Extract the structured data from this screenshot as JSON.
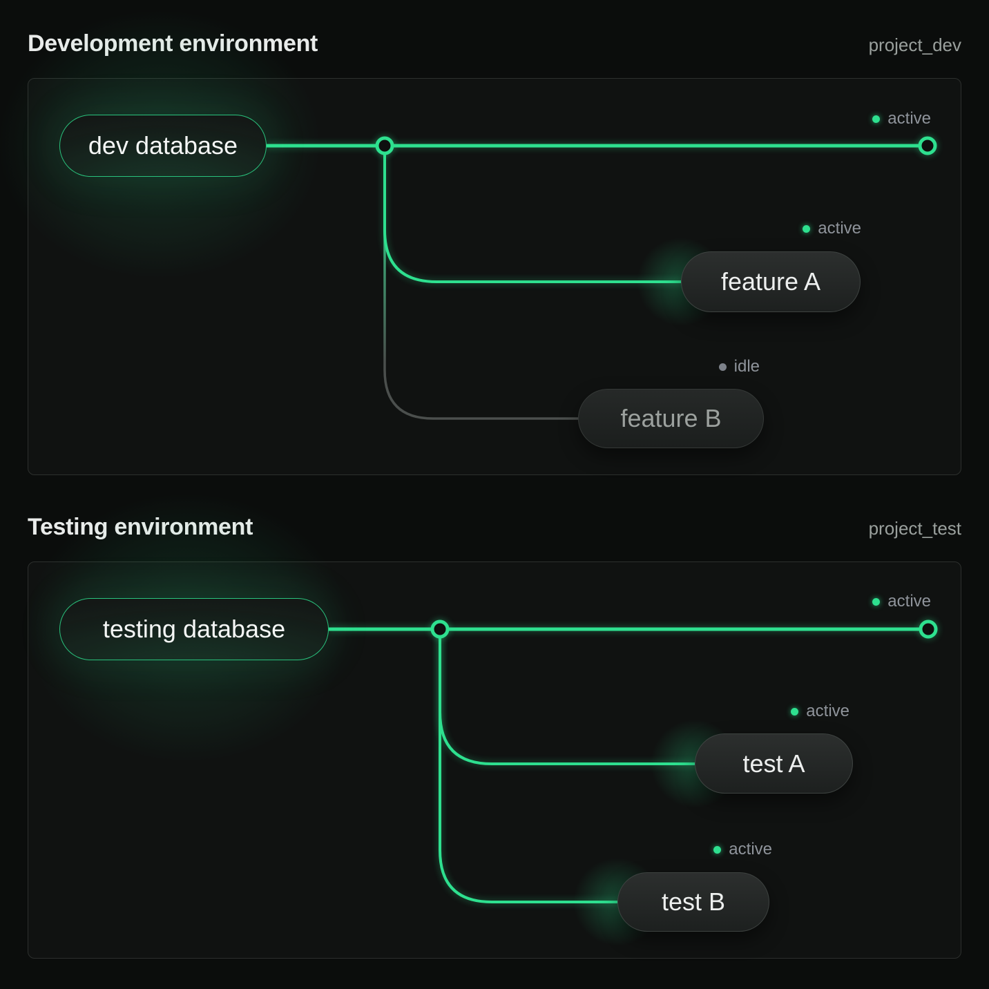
{
  "colors": {
    "accent_green": "#2ee08f",
    "idle_line": "#4b4f4d",
    "background": "#0b0d0c",
    "panel_background": "#101211",
    "panel_border": "#2d302e",
    "text_primary": "#e9ebea",
    "text_secondary": "#9aa09d",
    "status_text": "#8f949b"
  },
  "sections": [
    {
      "title": "Development environment",
      "project": "project_dev",
      "trunk": {
        "label": "dev database",
        "status": "active"
      },
      "branches": [
        {
          "label": "feature A",
          "status": "active"
        },
        {
          "label": "feature B",
          "status": "idle"
        }
      ]
    },
    {
      "title": "Testing environment",
      "project": "project_test",
      "trunk": {
        "label": "testing database",
        "status": "active"
      },
      "branches": [
        {
          "label": "test A",
          "status": "active"
        },
        {
          "label": "test B",
          "status": "active"
        }
      ]
    }
  ]
}
